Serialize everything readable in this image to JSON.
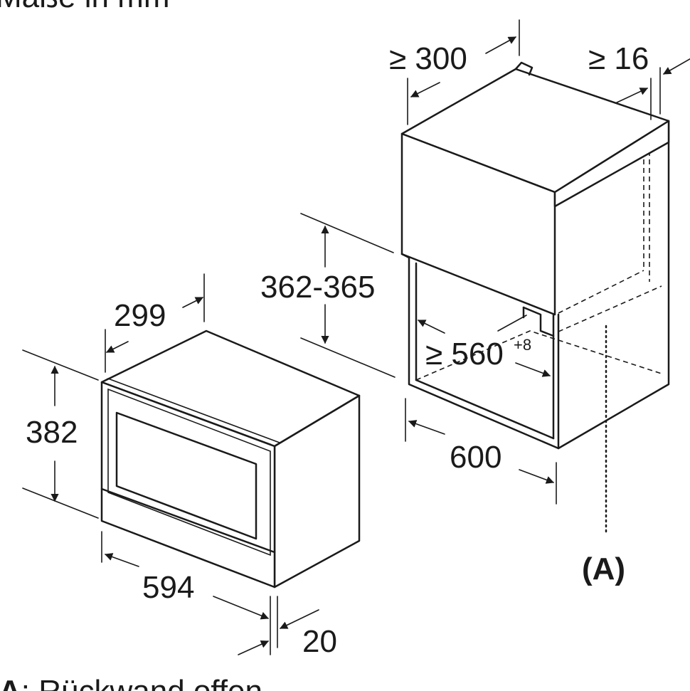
{
  "header": {
    "units_note": "Maße in mm"
  },
  "appliance": {
    "depth": "299",
    "height": "382",
    "width": "594",
    "front_offset": "20"
  },
  "niche": {
    "min_depth": "≥ 300",
    "rear_gap": "≥ 16",
    "height_range": "362-365",
    "min_inner_width": "≥ 560",
    "min_inner_width_tolerance": "+8",
    "cabinet_width": "600",
    "rear_marker": "(A)"
  },
  "legend": {
    "key": "A",
    "text": ": Rückwand offen"
  }
}
